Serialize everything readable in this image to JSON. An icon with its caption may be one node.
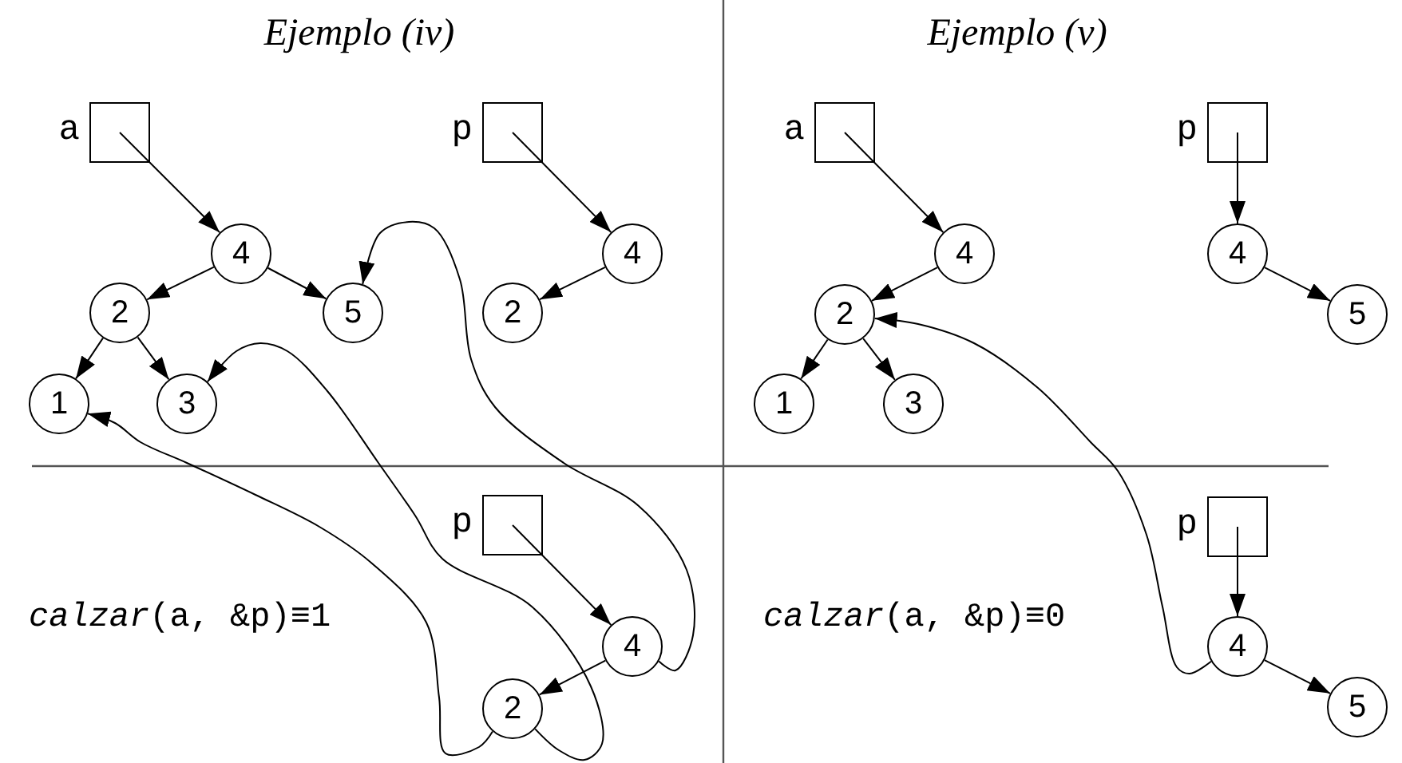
{
  "diagram": {
    "nodes": [
      {
        "text": [],
        "shape": "box",
        "beside": [
          "a"
        ]
      },
      {
        "text": [],
        "shape": "box",
        "beside": [
          "p"
        ]
      },
      {
        "text": [
          "4"
        ]
      },
      {
        "text": [
          "4"
        ]
      },
      {
        "text": [
          "2"
        ]
      },
      {
        "text": [
          "5"
        ]
      },
      {
        "text": [
          "2"
        ]
      },
      {
        "text": [
          "1"
        ]
      },
      {
        "text": [
          "3"
        ]
      },
      {
        "text": [],
        "shape": "box",
        "beside": [
          "a"
        ]
      },
      {
        "text": [],
        "shape": "box",
        "beside": [
          "p"
        ]
      },
      {
        "text": [
          "4"
        ]
      },
      {
        "text": [
          "4"
        ]
      },
      {
        "text": [
          "2"
        ]
      },
      {
        "text": [
          "5"
        ]
      },
      {
        "text": [
          "1"
        ]
      },
      {
        "text": [
          "3"
        ]
      },
      {
        "text": [],
        "shape": "box",
        "beside": [
          "p"
        ]
      },
      {
        "text": [
          "4"
        ]
      },
      {
        "text": [
          "2"
        ]
      },
      {
        "text": [],
        "shape": "box",
        "beside": [
          "p"
        ]
      },
      {
        "text": [
          "4"
        ]
      },
      {
        "text": [
          "5"
        ]
      }
    ],
    "edges": [
      {
        "from": 0,
        "to": 2,
        "arrow": "to"
      },
      {
        "from": 2,
        "to": 4,
        "arrow": "to"
      },
      {
        "from": 2,
        "to": 5,
        "arrow": "to"
      },
      {
        "from": 4,
        "to": 7,
        "arrow": "to"
      },
      {
        "from": 4,
        "to": 8,
        "arrow": "to"
      },
      {
        "from": 1,
        "to": 3,
        "arrow": "to"
      },
      {
        "from": 3,
        "to": 6,
        "arrow": "to"
      },
      {
        "from": 9,
        "to": 11,
        "arrow": "to"
      },
      {
        "from": 11,
        "to": 13,
        "arrow": "to"
      },
      {
        "from": 13,
        "to": 15,
        "arrow": "to"
      },
      {
        "from": 13,
        "to": 16,
        "arrow": "to"
      },
      {
        "from": 10,
        "to": 12,
        "arrow": "to"
      },
      {
        "from": 12,
        "to": 14,
        "arrow": "to"
      },
      {
        "from": 17,
        "to": 18,
        "arrow": "to"
      },
      {
        "from": 18,
        "to": 19,
        "arrow": "to"
      },
      {
        "from": 20,
        "to": 21,
        "arrow": "to"
      },
      {
        "from": 21,
        "to": 22,
        "arrow": "to"
      },
      {
        "from": 18,
        "to": 5,
        "arrow": "to"
      },
      {
        "from": 19,
        "to": 7,
        "arrow": "to"
      },
      {
        "from": 19,
        "to": 8,
        "arrow": "to"
      },
      {
        "from": 21,
        "to": 13,
        "arrow": "to"
      }
    ],
    "labels": [
      "Ejemplo (iv)",
      "Ejemplo (v)",
      "*calzar*(a, &p)≡1",
      "*calzar*(a, &p)≡0"
    ]
  }
}
